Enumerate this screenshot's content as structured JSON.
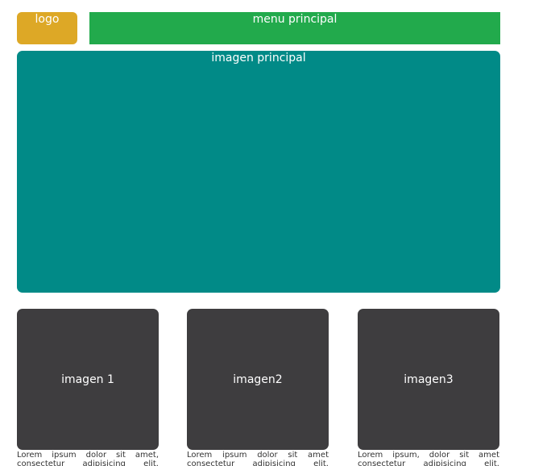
{
  "header": {
    "logo_label": "logo",
    "menu_label": "menu principal"
  },
  "hero": {
    "label": "imagen principal"
  },
  "gallery": {
    "items": [
      {
        "label": "imagen 1",
        "text": "Lorem ipsum dolor sit amet, consectetur adipisicing elit. Unde"
      },
      {
        "label": "imagen2",
        "text": "Lorem ipsum dolor sit amet consectetur adipisicing elit. Sequi"
      },
      {
        "label": "imagen3",
        "text": "Lorem ipsum, dolor sit amet consectetur adipisicing elit. Dolorem"
      }
    ]
  },
  "colors": {
    "logo_bg": "#DDA826",
    "menu_bg": "#22AA4C",
    "hero_bg": "#018A87",
    "tile_bg": "#3E3D3F"
  }
}
